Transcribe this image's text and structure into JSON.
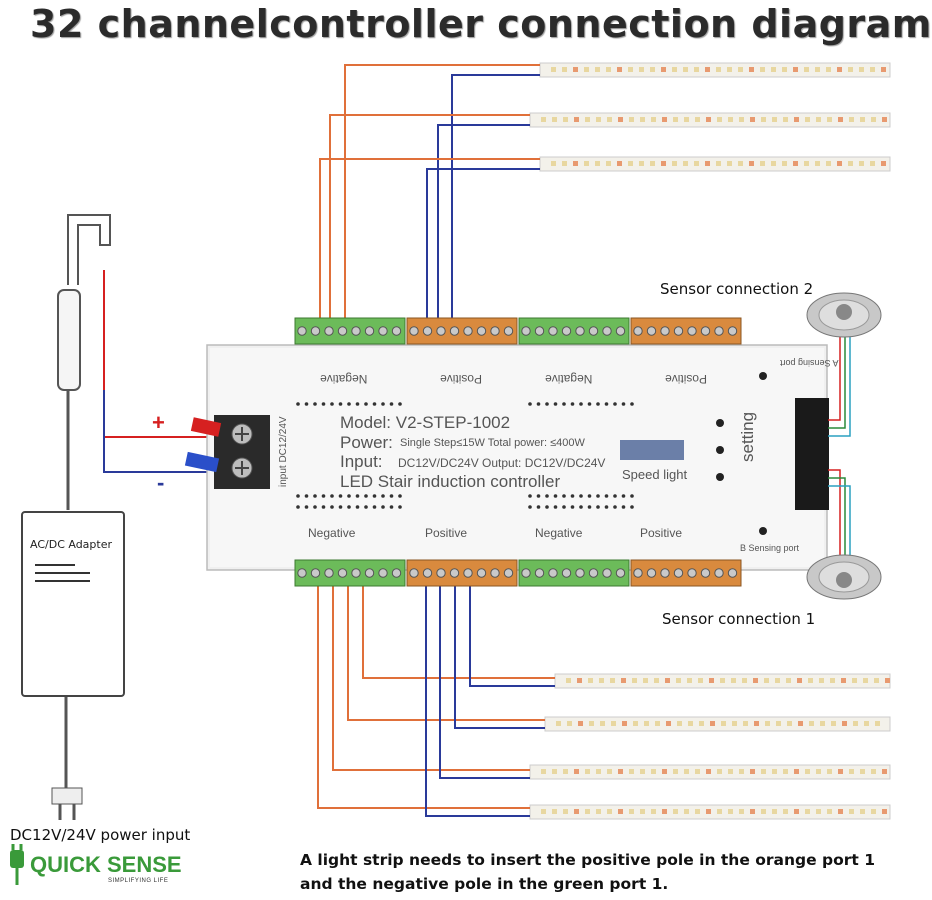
{
  "title": "32 channelcontroller connection diagram",
  "sensor": {
    "label_2": "Sensor connection 2",
    "label_1": "Sensor connection 1",
    "port_a": "A Sensing port",
    "port_b": "B Sensing port",
    "setting": "setting"
  },
  "power": {
    "adapter_label": "AC/DC Adapter",
    "input_label": "DC12V/24V power input",
    "plus_sign": "+",
    "minus_sign": "-"
  },
  "controller": {
    "model": "Model: V2-STEP-1002",
    "power_line_1": "Power:",
    "power_line_2": "Single Step≤15W Total power: ≤400W",
    "input_line_1": "Input:",
    "input_line_2": "DC12V/DC24V Output: DC12V/DC24V",
    "name": "LED Stair induction controller",
    "speed_light": "Speed light",
    "input_side": "input DC12/24V",
    "top_negative": "Negative",
    "top_positive": "Positive",
    "bottom_negative": "Negative",
    "bottom_positive": "Positive"
  },
  "note": {
    "line_1": "A light strip needs to insert the positive pole in the orange port 1",
    "line_2": "and the negative pole in the green port 1."
  },
  "logo": {
    "name": "QUICK SENSE",
    "tagline": "SIMPLIFYING LIFE"
  },
  "colors": {
    "wire_orange": "#e0703a",
    "wire_blue": "#2a3a9a",
    "terminal_green": "#6cbb5a",
    "terminal_orange": "#d98a3e",
    "red_wire": "#d62020",
    "blue_wire": "#2a4fc9"
  }
}
